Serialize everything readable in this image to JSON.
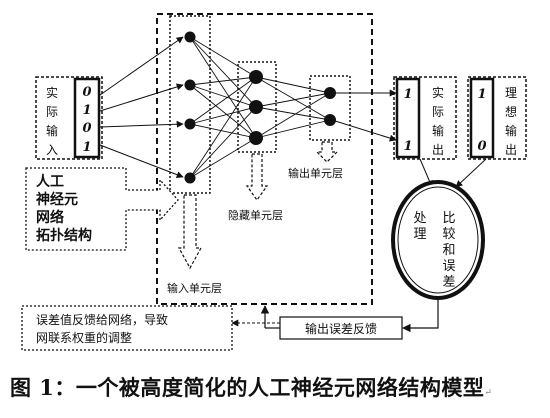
{
  "diagram": {
    "input_box_label": "实际输入",
    "input_bits": [
      "0",
      "1",
      "0",
      "1"
    ],
    "output_box_label": "实际输出",
    "output_bits": [
      "1",
      "1"
    ],
    "ideal_box_label": "理想输出",
    "ideal_bits": [
      "1",
      "0"
    ],
    "input_layer_label": "输入单元层",
    "hidden_layer_label": "隐藏单元层",
    "output_layer_label": "输出单元层",
    "topology_label": [
      "人工",
      "神经元",
      "网络",
      "拓扑结构"
    ],
    "compare_label_left": "处理",
    "compare_label_right": "比较和误差",
    "error_feedback_label": "输出误差反馈",
    "adjust_note": [
      "误差值反馈给网络，导致",
      "网联系权重的调整"
    ]
  },
  "caption": {
    "text": "图 1：一个被高度简化的人工神经元网络结构模型",
    "mark": "↵"
  }
}
